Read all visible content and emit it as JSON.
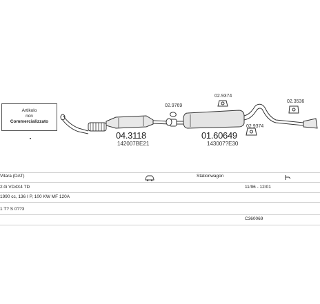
{
  "note": {
    "line1": "Artikolo",
    "line2": "non",
    "line3": "Commercializzato"
  },
  "parts": {
    "p1_number": "04.3118",
    "p1_oem": "142007BE21",
    "p2_number": "01.60649",
    "p2_oem": "143007?E30",
    "acc1": "02.9769",
    "acc2": "02.9374",
    "acc3": "02.9374",
    "acc4": "02.3536"
  },
  "vehicle": {
    "model": "Vitara (DAT)",
    "body": "Stationwagon",
    "engine": "2.0i VD4X4 TD",
    "period": "11/96 - 12/01",
    "specs": "1990 cc, 136 I P, 100 KW MF 120A",
    "engine_code": "1 T? S 0??3",
    "catalog_code": "C360069"
  },
  "icons": {
    "vehicle_icon": "car-icon",
    "body_icon": "bracket-icon"
  }
}
